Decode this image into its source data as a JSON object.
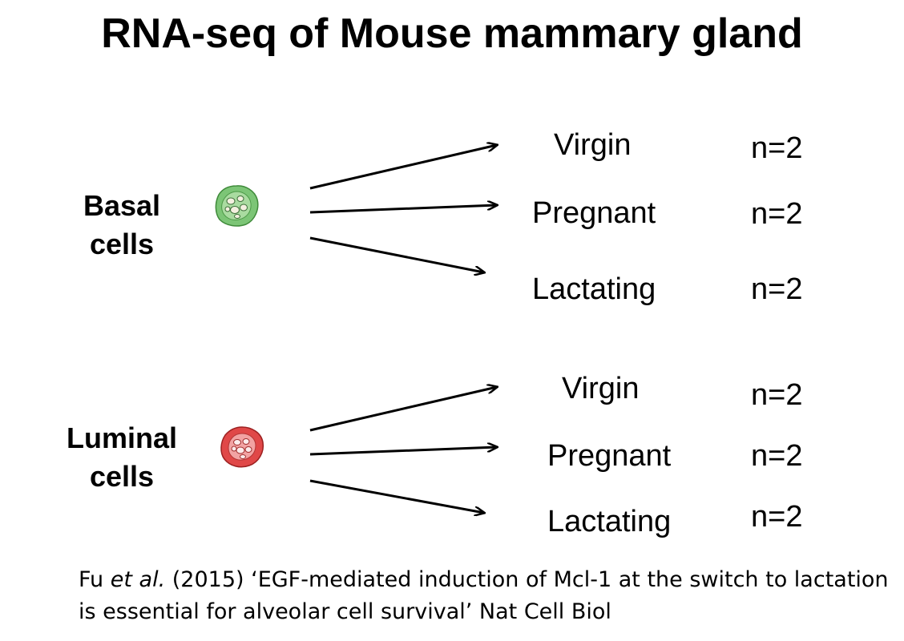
{
  "title": "RNA-seq of Mouse mammary gland",
  "groups": [
    {
      "label_line1": "Basal",
      "label_line2": "cells",
      "cell_icon": "basal-cell-icon",
      "cell_color": "#7cc576",
      "stages": [
        {
          "name": "Virgin",
          "count": "n=2"
        },
        {
          "name": "Pregnant",
          "count": "n=2"
        },
        {
          "name": "Lactating",
          "count": "n=2"
        }
      ]
    },
    {
      "label_line1": "Luminal",
      "label_line2": "cells",
      "cell_icon": "luminal-cell-icon",
      "cell_color": "#e04848",
      "stages": [
        {
          "name": "Virgin",
          "count": "n=2"
        },
        {
          "name": "Pregnant",
          "count": "n=2"
        },
        {
          "name": "Lactating",
          "count": "n=2"
        }
      ]
    }
  ],
  "citation": {
    "author": "Fu ",
    "etal": "et al.",
    "rest_line1": " (2015) ‘EGF-mediated induction of Mcl-1 at the switch to lactation",
    "line2": "is essential for alveolar cell survival’ Nat Cell Biol"
  }
}
